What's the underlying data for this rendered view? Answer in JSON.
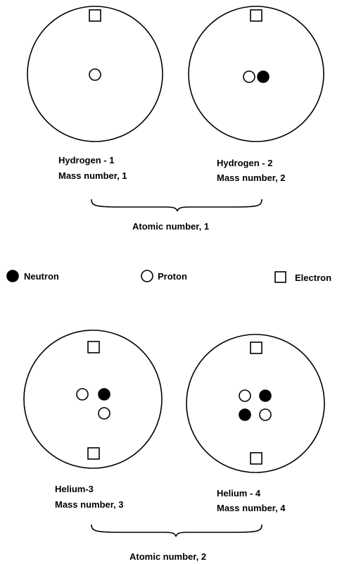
{
  "atoms": [
    {
      "name": "Hydrogen - 1",
      "mass_label": "Mass number, 1"
    },
    {
      "name": "Hydrogen - 2",
      "mass_label": "Mass number, 2"
    },
    {
      "name": "Helium-3",
      "mass_label": "Mass number, 3"
    },
    {
      "name": "Helium - 4",
      "mass_label": "Mass number, 4"
    }
  ],
  "groups": [
    {
      "label": "Atomic number, 1"
    },
    {
      "label": "Atomic number, 2"
    }
  ],
  "legend": [
    {
      "symbol": "filled-circle",
      "label": "Neutron"
    },
    {
      "symbol": "open-circle",
      "label": "Proton"
    },
    {
      "symbol": "square",
      "label": "Electron"
    }
  ]
}
